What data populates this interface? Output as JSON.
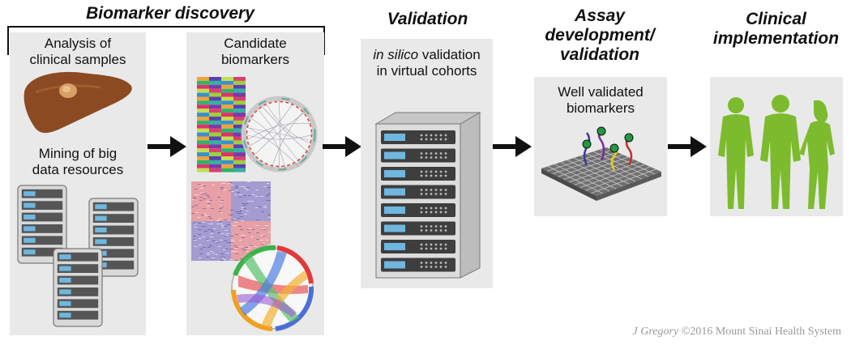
{
  "headings": {
    "biomarker_discovery": "Biomarker discovery",
    "validation": "Validation",
    "assay_line1": "Assay",
    "assay_line2": "development/",
    "assay_line3": "validation",
    "clinical_line1": "Clinical",
    "clinical_line2": "implementation"
  },
  "panel1": {
    "analysis_line1": "Analysis of",
    "analysis_line2": "clinical samples",
    "mining_line1": "Mining of big",
    "mining_line2": "data resources"
  },
  "panel2": {
    "candidate_line1": "Candidate",
    "candidate_line2": "biomarkers"
  },
  "panel3": {
    "insilico_italic": "in silico",
    "insilico_rest": " validation",
    "virtual_cohorts": "in virtual cohorts"
  },
  "panel4": {
    "well_line1": "Well validated",
    "well_line2": "biomarkers"
  },
  "credit": {
    "author": "J Gregory",
    "rest": " ©2016 Mount Sinai Health System"
  },
  "colors": {
    "panel_bg": "#e9e9e9",
    "liver": "#8b4a22",
    "people": "#7dbb2e",
    "arrow": "#111111"
  },
  "icons": [
    "liver-icon",
    "server-icon",
    "heatmap-icon",
    "circos-icon",
    "chord-icon",
    "microarray-icon",
    "people-silhouette-icon",
    "arrow-right-icon"
  ]
}
